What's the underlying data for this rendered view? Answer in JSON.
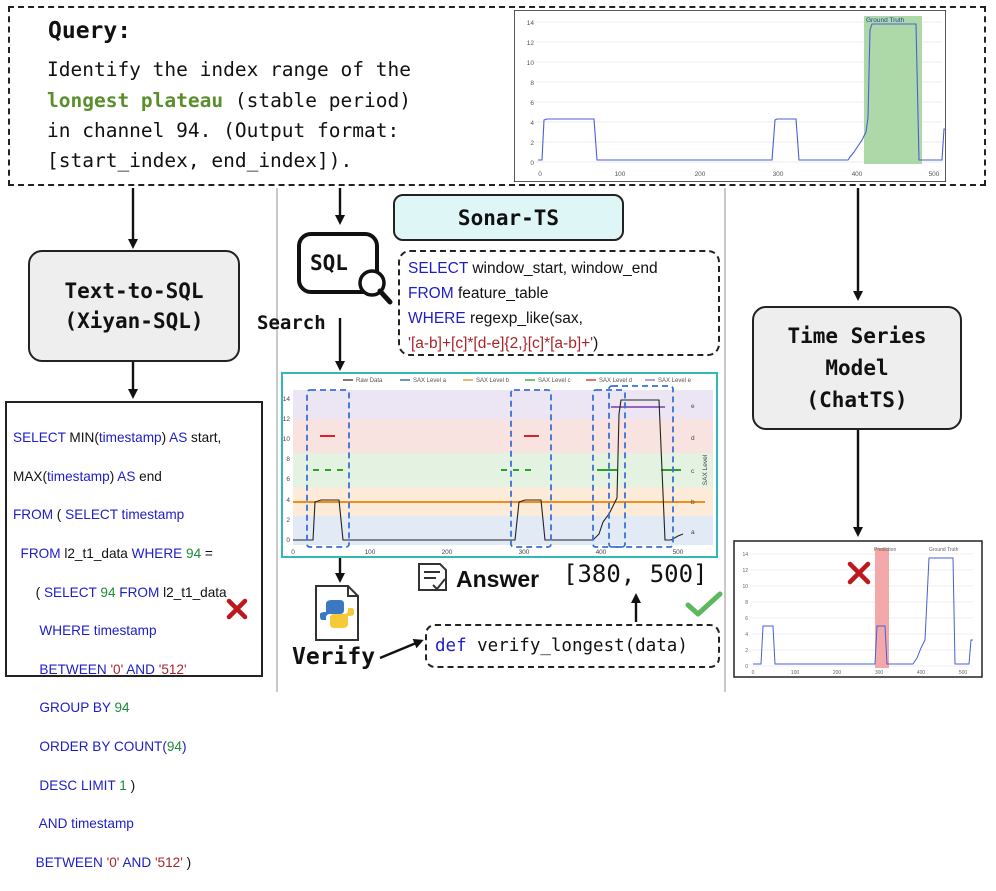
{
  "query": {
    "title": "Query:",
    "line1": "Identify the index range of the",
    "line2_highlight": "longest plateau",
    "line2_rest": " (stable period)",
    "line3": "in channel 94. (Output format:",
    "line4": "[start_index, end_index])."
  },
  "top_plot": {
    "annotation": "Ground Truth",
    "yticks": [
      "14",
      "12",
      "10",
      "8",
      "6",
      "4",
      "2",
      "0"
    ],
    "xticks": [
      "0",
      "100",
      "200",
      "300",
      "400",
      "500"
    ]
  },
  "left": {
    "box_line1": "Text-to-SQL",
    "box_line2": "(Xiyan-SQL)"
  },
  "middle": {
    "title": "Sonar-TS",
    "sql_icon_label": "SQL",
    "search_label": "Search",
    "answer_label": "Answer",
    "answer_value": "[380, 500]",
    "verify_label": "Verify",
    "def_kw": "def",
    "def_rest": " verify_longest(data)"
  },
  "sql_query": {
    "l1_kw": "SELECT",
    "l1_rest": " window_start, window_end",
    "l2_kw": "FROM",
    "l2_rest": " feature_table",
    "l3_kw": "WHERE",
    "l3_rest": " regexp_like(sax,",
    "l4_str": "'[a-b]+[c]*[d-e]{2,}[c]*[a-b]+'",
    "l4_rest": ")"
  },
  "sax_chart": {
    "legend": [
      "Raw Data",
      "SAX Level a",
      "SAX Level b",
      "SAX Level c",
      "SAX Level d",
      "SAX Level e"
    ],
    "legend_colors": [
      "#333333",
      "#2f5597",
      "#f28c1a",
      "#2ca02c",
      "#d62728",
      "#9467bd"
    ],
    "yticks": [
      "14",
      "12",
      "10",
      "8",
      "6",
      "4",
      "2",
      "0"
    ],
    "xticks": [
      "0",
      "100",
      "200",
      "300",
      "400",
      "500"
    ],
    "ylabel_right": "SAX Level",
    "levels": [
      "e",
      "d",
      "c",
      "b",
      "a"
    ]
  },
  "right": {
    "box_line1": "Time Series",
    "box_line2": "Model",
    "box_line3": "(ChatTS)",
    "pred_label": "Prediction",
    "gt_label": "Ground Truth",
    "yticks": [
      "14",
      "12",
      "10",
      "8",
      "6",
      "4",
      "2",
      "0"
    ],
    "xticks": [
      "0",
      "100",
      "200",
      "300",
      "400",
      "500"
    ]
  },
  "code": {
    "l1a": "SELECT",
    "l1b": " MIN(",
    "l1c": "timestamp",
    "l1d": ") ",
    "l1e": "AS",
    "l1f": " start,",
    "l2a": "MAX(",
    "l2b": "timestamp",
    "l2c": ") ",
    "l2d": "AS",
    "l2e": " end",
    "l3a": "FROM",
    "l3b": " ( ",
    "l3c": "SELECT timestamp",
    "l4a": "  FROM",
    "l4b": " l2_t1_data ",
    "l4c": "WHERE",
    "l4d": " ",
    "l4e": "94",
    "l4f": " =",
    "l5a": "      ( ",
    "l5b": "SELECT",
    "l5c": " ",
    "l5d": "94",
    "l5e": " ",
    "l5f": "FROM",
    "l5g": " l2_t1_data",
    "l6a": "       WHERE timestamp",
    "l7a": "       BETWEEN ",
    "l7b": "'0'",
    "l7c": " AND ",
    "l7d": "'512'",
    "l8a": "       GROUP BY ",
    "l8b": "94",
    "l9a": "       ORDER BY ",
    "l9b": "COUNT(",
    "l9c": "94",
    "l9d": ")",
    "l10a": "       DESC LIMIT ",
    "l10b": "1",
    "l10c": " )",
    "l11a": "       AND timestamp",
    "l12a": "      BETWEEN ",
    "l12b": "'0'",
    "l12c": " AND ",
    "l12d": "'512'",
    "l12e": " )"
  },
  "colors": {
    "gt_green": "#9fd29a",
    "pred_red": "#f2a0a0",
    "cross_red": "#c0171c",
    "check_green": "#5cb85c",
    "keyword_blue": "#1d1dc9",
    "highlight_green": "#5b8f2d",
    "series_blue": "#4a5fd8"
  }
}
